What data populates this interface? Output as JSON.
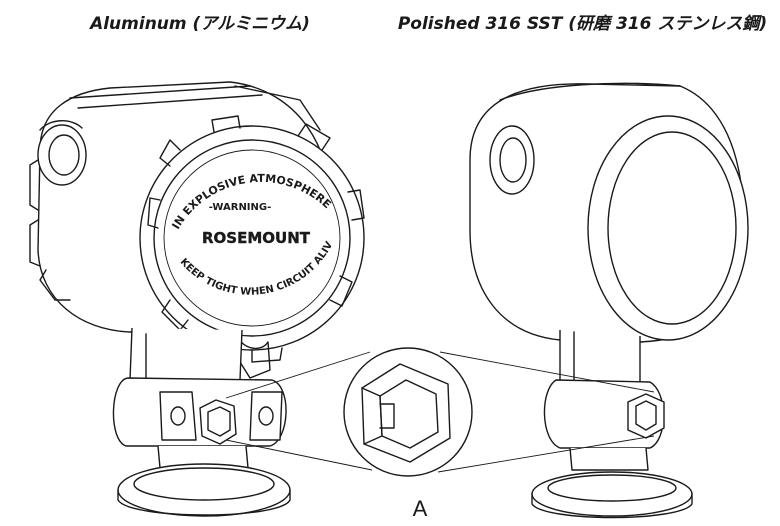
{
  "titles": {
    "left": "Aluminum (アルミニウム)",
    "right": "Polished 316 SST (研磨 316 ステンレス鋼)"
  },
  "cover_text": {
    "arc_top": "IN EXPLOSIVE ATMOSPHERE",
    "warning": "-WARNING-",
    "brand": "ROSEMOUNT",
    "arc_bottom": "KEEP TIGHT WHEN CIRCUIT ALIVE"
  },
  "callout": {
    "label": "A"
  }
}
